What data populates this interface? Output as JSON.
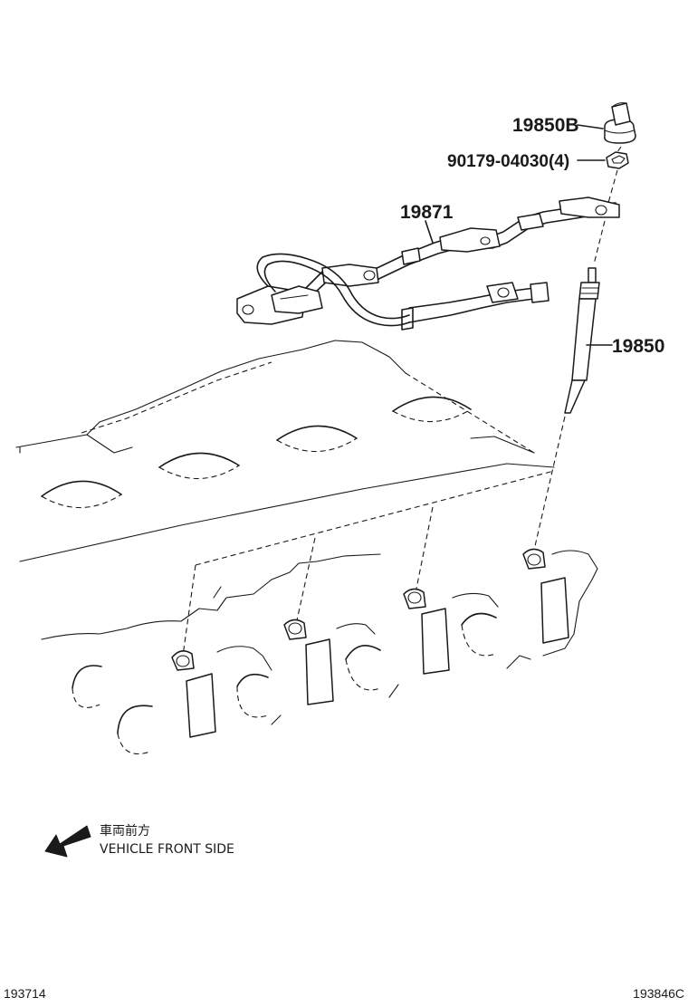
{
  "parts": {
    "cap_label": "19850B",
    "nut_label": "90179-04030(4)",
    "harness_label": "19871",
    "glow_plug_label": "19850"
  },
  "direction": {
    "label_ja": "車両前方",
    "label_en": "VEHICLE FRONT SIDE"
  },
  "footer": {
    "left_code": "193714",
    "right_code": "193846C"
  }
}
